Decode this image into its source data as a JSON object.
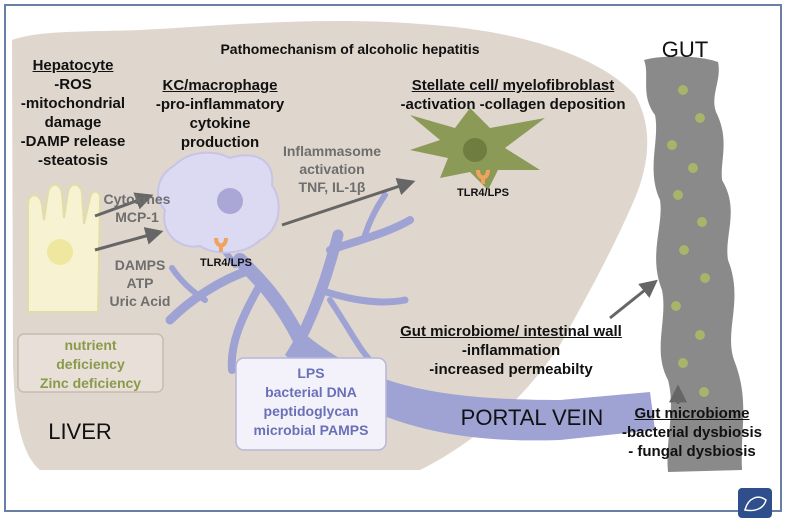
{
  "title": "Pathomechanism of alcoholic hepatitis",
  "hepatocyte": {
    "heading": "Hepatocyte",
    "lines": [
      "-ROS",
      "-mitochondrial",
      "damage",
      "-DAMP release",
      "-steatosis"
    ]
  },
  "kc": {
    "heading": "KC/macrophage",
    "lines": [
      "-pro-inflammatory",
      "cytokine",
      "production"
    ]
  },
  "stellate": {
    "heading": "Stellate cell/ myelofibroblast",
    "line": "-activation -collagen deposition"
  },
  "gut_label": "GUT",
  "liver_label": "LIVER",
  "portal_vein_label": "PORTAL VEIN",
  "cytokines": [
    "Cytokines",
    "MCP-1"
  ],
  "damps": [
    "DAMPS",
    "ATP",
    "Uric Acid"
  ],
  "inflammasome": [
    "Inflammasome",
    "activation",
    "TNF, IL-1β"
  ],
  "tlr_kc": "TLR4/LPS",
  "tlr_stellate": "TLR4/LPS",
  "nutrient": [
    "nutrient",
    "deficiency",
    "Zinc deficiency"
  ],
  "pamps": [
    "LPS",
    "bacterial DNA",
    "peptidoglycan",
    "microbial PAMPS"
  ],
  "gut_wall": {
    "heading": "Gut microbiome/ intestinal wall",
    "lines": [
      "-inflammation",
      "-increased permeabilty"
    ]
  },
  "gut_microbiome": {
    "heading": "Gut microbiome",
    "lines": [
      "-bacterial dysbiosis",
      "- fungal dysbiosis"
    ]
  },
  "colors": {
    "liver": "#d9cfc5",
    "portal_vein": "#9ea3d4",
    "gut": "#8a8a8a",
    "stellate_cell": "#8c9a57",
    "kc_cell": "#d9d7f0",
    "nutrient_text": "#8a9a4a",
    "pamps_text": "#6a70b8",
    "tlr": "#f0a35e"
  }
}
